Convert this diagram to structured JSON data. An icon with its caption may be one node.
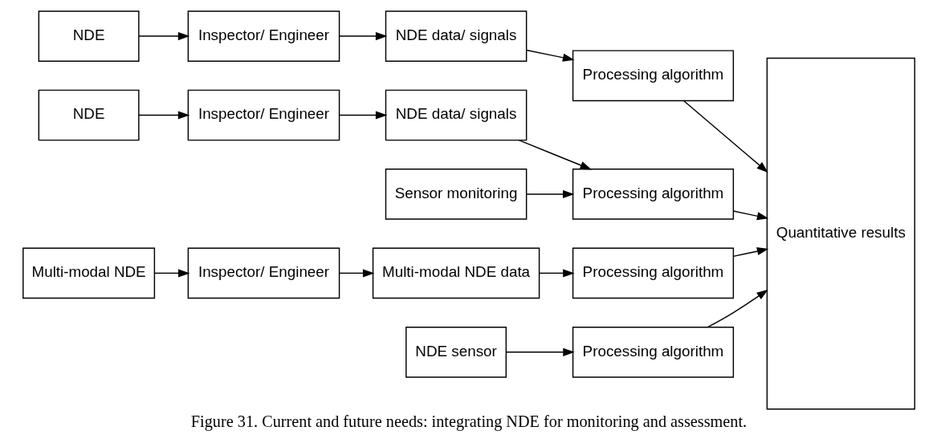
{
  "diagram": {
    "caption": "Figure 31. Current and future needs: integrating NDE for monitoring and assessment.",
    "nodes": [
      {
        "text": [
          "NDE"
        ]
      },
      {
        "text": [
          "Inspector/ Engineer"
        ]
      },
      {
        "text": [
          "NDE data/ signals"
        ]
      },
      {
        "text": [
          "Processing algorithm"
        ]
      },
      {
        "text": [
          "Quantitative results"
        ]
      },
      {
        "text": [
          "NDE"
        ]
      },
      {
        "text": [
          "Inspector/ Engineer"
        ]
      },
      {
        "text": [
          "NDE data/ signals"
        ]
      },
      {
        "text": [
          "Processing algorithm"
        ]
      },
      {
        "text": [
          "Sensor monitoring"
        ]
      },
      {
        "text": [
          "Multi-modal NDE"
        ]
      },
      {
        "text": [
          "Inspector/ Engineer"
        ]
      },
      {
        "text": [
          "Multi-modal NDE data"
        ]
      },
      {
        "text": [
          "Processing algorithm"
        ]
      },
      {
        "text": [
          "NDE sensor"
        ]
      },
      {
        "text": [
          "Processing algorithm"
        ]
      }
    ],
    "edges": [
      {
        "from": 0,
        "to": 1,
        "arrow": "to"
      },
      {
        "from": 1,
        "to": 2,
        "arrow": "to"
      },
      {
        "from": 2,
        "to": 3,
        "arrow": "to"
      },
      {
        "from": 3,
        "to": 4,
        "arrow": "to"
      },
      {
        "from": 5,
        "to": 6,
        "arrow": "to"
      },
      {
        "from": 6,
        "to": 7,
        "arrow": "to"
      },
      {
        "from": 7,
        "to": 8,
        "arrow": "to"
      },
      {
        "from": 9,
        "to": 8,
        "arrow": "to"
      },
      {
        "from": 8,
        "to": 4,
        "arrow": "to"
      },
      {
        "from": 10,
        "to": 11,
        "arrow": "to"
      },
      {
        "from": 11,
        "to": 12,
        "arrow": "to"
      },
      {
        "from": 12,
        "to": 13,
        "arrow": "to"
      },
      {
        "from": 13,
        "to": 4,
        "arrow": "to"
      },
      {
        "from": 14,
        "to": 15,
        "arrow": "to"
      },
      {
        "from": 15,
        "to": 4,
        "arrow": "to"
      }
    ]
  }
}
